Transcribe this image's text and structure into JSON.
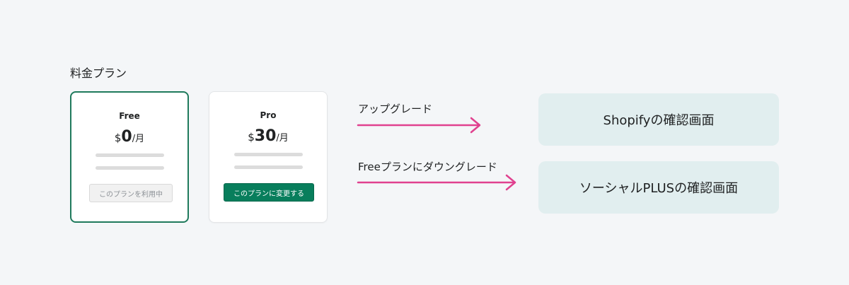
{
  "section_title": "料金プラン",
  "plans": [
    {
      "name": "Free",
      "currency": "$",
      "amount": "0",
      "unit": "/月",
      "button_label": "このプランを利用中",
      "button_state": "current"
    },
    {
      "name": "Pro",
      "currency": "$",
      "amount": "30",
      "unit": "/月",
      "button_label": "このプランに変更する",
      "button_state": "action"
    }
  ],
  "flows": [
    {
      "label": "アップグレード",
      "destination": "Shopifyの確認画面"
    },
    {
      "label": "Freeプランにダウングレード",
      "destination": "ソーシャルPLUSの確認画面"
    }
  ],
  "colors": {
    "background": "#f4f6f8",
    "selected_border": "#1f7a5c",
    "primary_button": "#087e5c",
    "arrow": "#e0418f",
    "destination_bg": "#e1eeef"
  }
}
